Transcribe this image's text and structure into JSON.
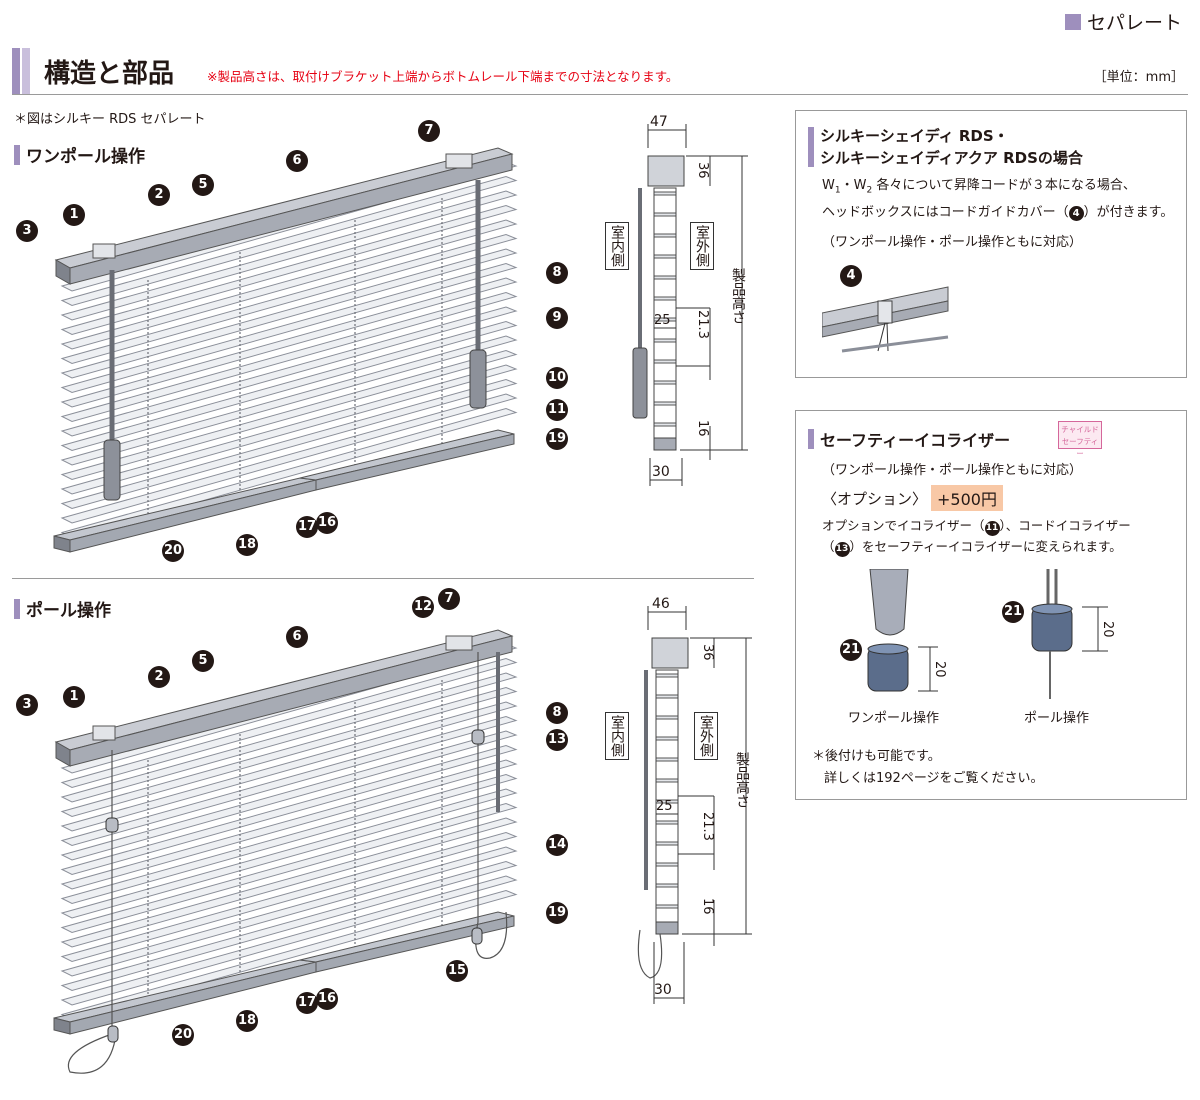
{
  "header": {
    "series": "セパレート",
    "title": "構造と部品",
    "note": "※製品高さは、取付けブラケット上端からボトムレール下端までの寸法となります。",
    "unit": "［単位：mm］"
  },
  "figure_note": "＊図はシルキー RDS セパレート",
  "sections": {
    "onepole": "ワンポール操作",
    "pole": "ポール操作"
  },
  "callouts": {
    "n1": "1",
    "n2": "2",
    "n3": "3",
    "n4": "4",
    "n5": "5",
    "n6": "6",
    "n7": "7",
    "n8": "8",
    "n9": "9",
    "n10": "10",
    "n11": "11",
    "n12": "12",
    "n13": "13",
    "n14": "14",
    "n15": "15",
    "n16": "16",
    "n17": "17",
    "n18": "18",
    "n19": "19",
    "n20": "20",
    "n21": "21"
  },
  "side_onepole": {
    "width_top": "47",
    "head": "36",
    "slat": "25",
    "pitch": "21.3",
    "bottom": "16",
    "width_bottom": "30",
    "indoor": "室内側",
    "outdoor": "室外側",
    "height": "製品高さ"
  },
  "side_pole": {
    "width_top": "46",
    "head": "36",
    "slat": "25",
    "pitch": "21.3",
    "bottom": "16",
    "width_bottom": "30",
    "indoor": "室内側",
    "outdoor": "室外側",
    "height": "製品高さ"
  },
  "panel1": {
    "title_line1": "シルキーシェイディ RDS・",
    "title_line2": "シルキーシェイディアクア RDSの場合",
    "body1_a": "W",
    "body1_a_sub": "1",
    "body1_b": "・W",
    "body1_b_sub": "2",
    "body1_c": " 各々について昇降コードが３本になる場合、",
    "body1_d": "ヘッドボックスにはコードガイドカバー（",
    "body1_e": "）が付きます。",
    "body2": "（ワンポール操作・ポール操作ともに対応）"
  },
  "panel2": {
    "title": "セーフティーイコライザー",
    "badge_line1": "チャイルド",
    "badge_line2": "セーフティー",
    "body1": "（ワンポール操作・ポール操作ともに対応）",
    "option_label": "〈オプション〉",
    "option_price": "+500円",
    "body2_a": "オプションでイコライザー（",
    "body2_b": "）、コードイコライザー",
    "body2_c": "（",
    "body2_d": "）をセーフティーイコライザーに変えられます。",
    "dim_left": "20",
    "dim_right": "20",
    "cap_left": "ワンポール操作",
    "cap_right": "ポール操作",
    "foot1": "＊後付けも可能です。",
    "foot2": "詳しくは192ページをご覧ください。"
  },
  "colors": {
    "accent": "#9e8fbd",
    "red": "#e60012",
    "price_bg": "#f8c8a6",
    "badge": "#d5679b"
  }
}
